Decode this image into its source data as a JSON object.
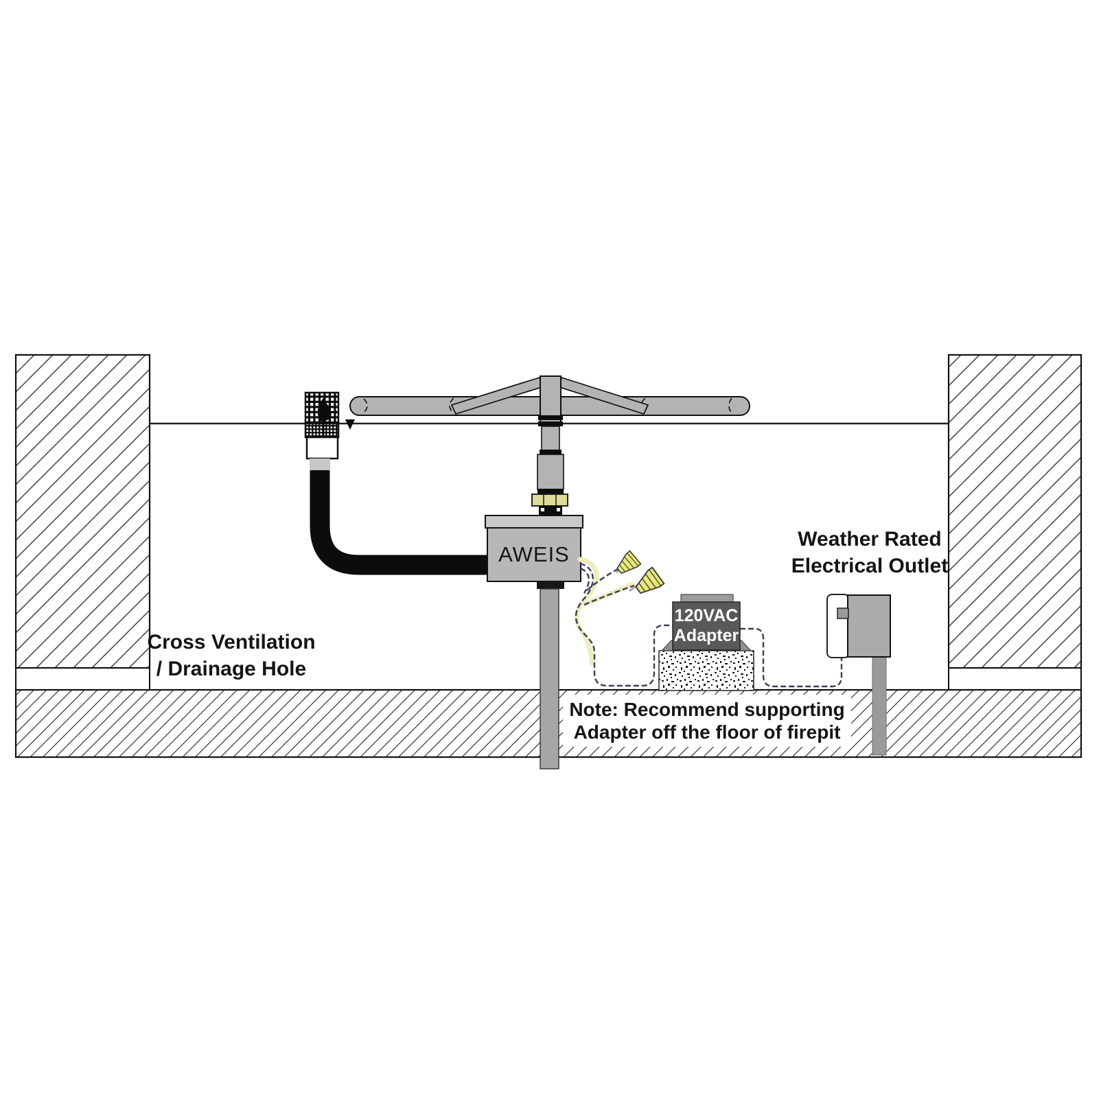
{
  "diagram": {
    "title": "AWEIS fire pit ignition system installation cross-section",
    "labels": {
      "cross_ventilation_line1": "Cross Ventilation",
      "cross_ventilation_line2": "/ Drainage Hole",
      "weather_rated_line1": "Weather Rated",
      "weather_rated_line2": "Electrical Outlet",
      "aweis": "AWEIS",
      "adapter_line1": "120VAC",
      "adapter_line2": "Adapter",
      "note_line1": "Note: Recommend supporting",
      "note_line2": "Adapter off the floor of firepit"
    },
    "colors": {
      "pipe_gray": "#b3b3b3",
      "box_body_gray": "#b7b7b7",
      "box_lid_gray": "#c9c9c9",
      "adapter_dark": "#595959",
      "adapter_tab_gray": "#9b9b9b",
      "flange_gray": "#8f8f8f",
      "outlet_gray": "#ababab",
      "post_gray": "#9a9a9a",
      "brass_nut": "#dedc96",
      "wire_nut_yellow": "#e8e87c",
      "wire_yellow": "#ededbe",
      "wire_dark": "#3c3c58",
      "outline": "#111111"
    }
  }
}
